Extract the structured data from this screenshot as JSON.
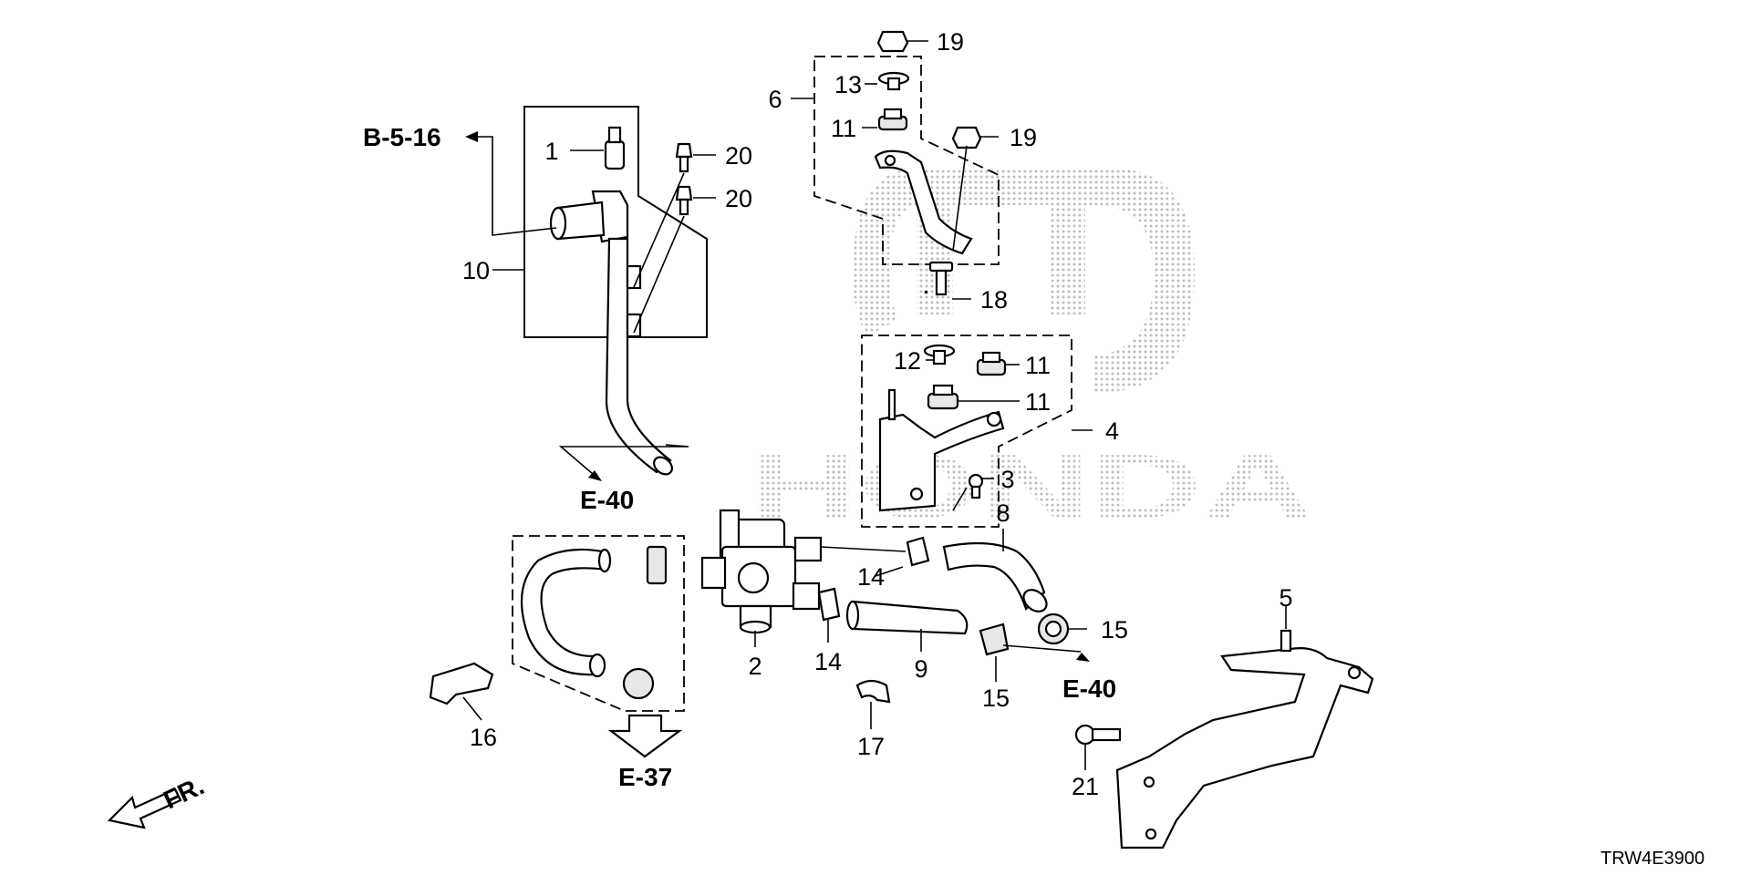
{
  "diagram_code": "TRW4E3900",
  "watermark_text": "HONDA",
  "front_arrow_label": "FR.",
  "ref_labels": [
    "B-5-16",
    "E-40",
    "E-40",
    "E-37"
  ],
  "part_numbers": [
    "1",
    "2",
    "3",
    "4",
    "5",
    "6",
    "8",
    "9",
    "10",
    "11",
    "11",
    "11",
    "12",
    "13",
    "14",
    "14",
    "15",
    "15",
    "16",
    "17",
    "18",
    "19",
    "19",
    "20",
    "20",
    "21"
  ],
  "colors": {
    "line": "#000000",
    "background": "#ffffff",
    "watermark_dots": "#bdbdbd"
  }
}
